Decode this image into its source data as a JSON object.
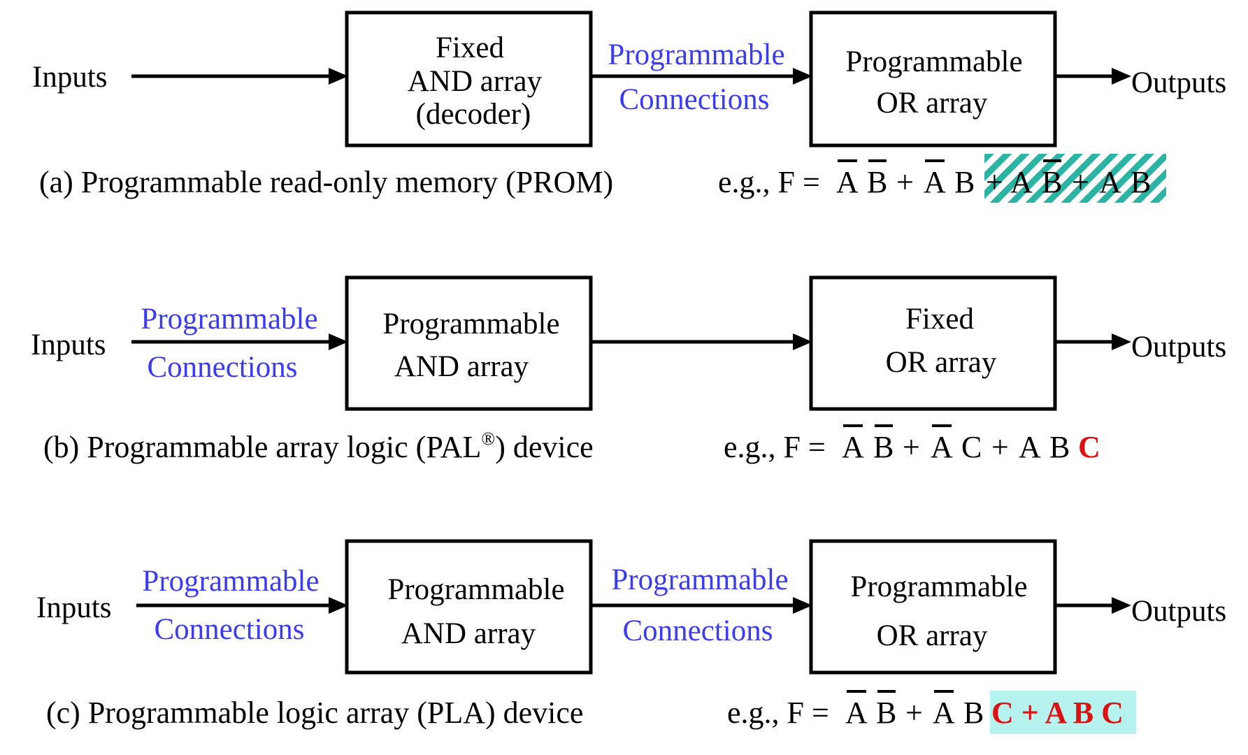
{
  "colors": {
    "programmable_text": "#3b3bf0",
    "highlight_red": "#dd1111",
    "hatch_teal": "#2bb3a3",
    "highlight_cyan": "#b7f3ee"
  },
  "common": {
    "inputs": "Inputs",
    "outputs": "Outputs",
    "prog_line1": "Programmable",
    "prog_line2": "Connections",
    "eg_prefix": "e.g., F = "
  },
  "a": {
    "caption": "(a) Programmable read-only memory (PROM)",
    "and_box": [
      "Fixed",
      "AND array",
      "(decoder)"
    ],
    "or_box": [
      "Programmable",
      "OR array"
    ],
    "eq_terms": [
      "A",
      "B",
      "+",
      "A",
      "B"
    ],
    "eq_extra": [
      "+",
      "A",
      "B",
      "+",
      "A",
      "B"
    ]
  },
  "b": {
    "caption": "(b) Programmable array logic (PAL",
    "caption_sup": "®",
    "caption_tail": ") device",
    "and_box": [
      "Programmable",
      "AND array"
    ],
    "or_box": [
      "Fixed",
      "OR array"
    ],
    "eq_terms": [
      "A",
      "B",
      "+",
      "A",
      "C",
      "+",
      "A",
      "B"
    ],
    "eq_red": "C"
  },
  "c": {
    "caption": "(c) Programmable logic array (PLA) device",
    "and_box": [
      "Programmable",
      "AND array"
    ],
    "or_box": [
      "Programmable",
      "OR array"
    ],
    "eq_terms": [
      "A",
      "B",
      "+",
      "A",
      "B"
    ],
    "eq_red": "C + A B C"
  }
}
